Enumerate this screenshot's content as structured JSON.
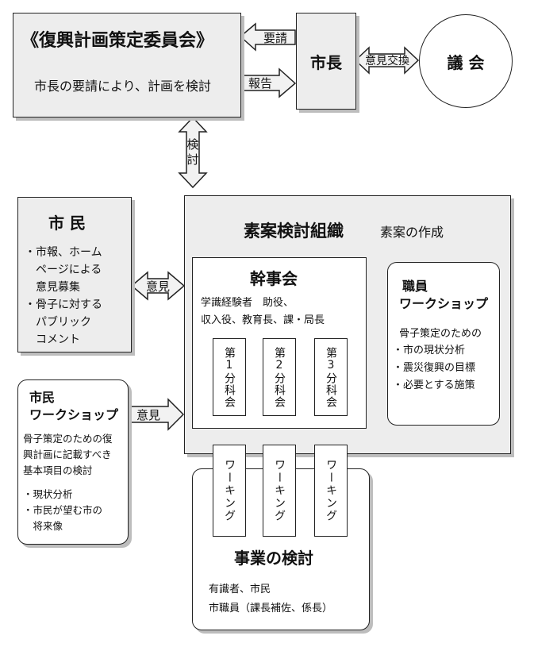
{
  "committee": {
    "title": "《復興計画策定委員会》",
    "desc": "市長の要請により、計画を検討"
  },
  "arrows": {
    "request": "要請",
    "report": "報告",
    "exchange": "意見交換",
    "review": "検討",
    "opinion1": "意見",
    "opinion2": "意見"
  },
  "mayor": {
    "label": "市長"
  },
  "council": {
    "label": "議 会"
  },
  "citizens": {
    "title": "市 民",
    "items": [
      "・市報、ホーム",
      "　ページによる",
      "　意見募集",
      "・骨子に対する",
      "　パブリック",
      "　コメント"
    ]
  },
  "citizen_ws": {
    "title1": "市民",
    "title2": "ワークショップ",
    "desc": [
      "骨子策定のための復",
      "興計画に記載すべき",
      "基本項目の検討"
    ],
    "items": [
      "・現状分析",
      "・市民が望む市の",
      "　将来像"
    ]
  },
  "org": {
    "title": "素案検討組織",
    "subtitle": "素案の作成"
  },
  "kanji": {
    "title": "幹事会",
    "members": [
      "学識経験者　助役、",
      "収入役、教育長、課・局長"
    ]
  },
  "subcommittees": [
    "第1分科会",
    "第2分科会",
    "第3分科会"
  ],
  "staff_ws": {
    "title1": "職員",
    "title2": "ワークショップ",
    "desc": "骨子策定のための",
    "items": [
      "・市の現状分析",
      "・震災復興の目標",
      "・必要とする施策"
    ]
  },
  "workings": [
    "ワーキング",
    "ワーキング",
    "ワーキング"
  ],
  "business": {
    "title": "事業の検討",
    "members": [
      "有識者、市民",
      "市職員（課長補佐、係長）"
    ]
  }
}
